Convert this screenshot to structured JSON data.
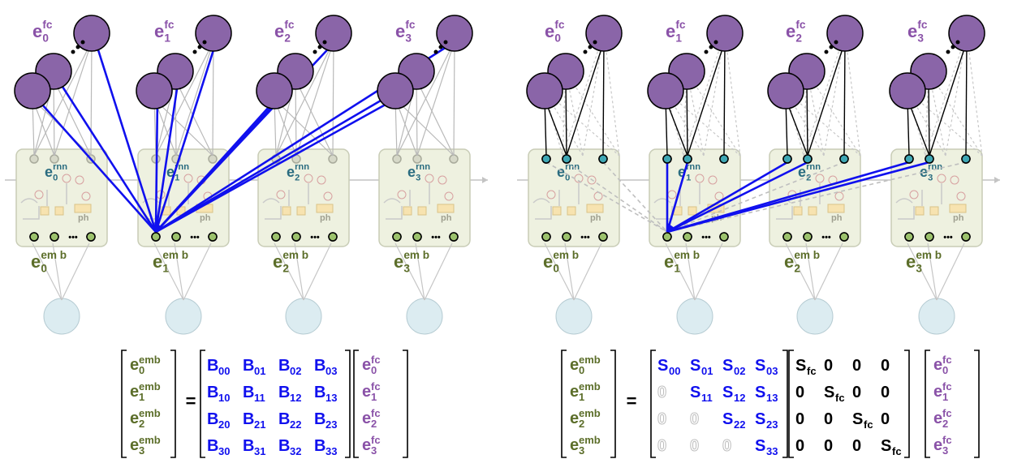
{
  "diagram": {
    "colors": {
      "fc_node": "#8a65a8",
      "fc_text": "#8a52a8",
      "emb_text": "#5c6e2a",
      "emb_node": "#9cc26c",
      "rnn_text": "#2a6c80",
      "rnn_node": "#3fa7b4",
      "panel_bg": "#eef1e0",
      "panel_border": "#c8ccb6",
      "input_node": "#dcecf1",
      "highlight": "#1010ee",
      "gray_line": "#b9b9b9",
      "matrix_b": "#1010ee",
      "matrix_s": "#1010ee",
      "matrix_zero_light": "#bdbdbd",
      "matrix_sfc": "#000000",
      "zero_diag": "#000000"
    },
    "columns": [
      {
        "fc_base": "e",
        "fc_sub": "0",
        "fc_sup": "fc",
        "rnn_base": "e",
        "rnn_sub": "0",
        "rnn_sup": "rnn",
        "emb_base": "e",
        "emb_sub": "0",
        "emb_sup": "em b"
      },
      {
        "fc_base": "e",
        "fc_sub": "1",
        "fc_sup": "fc",
        "rnn_base": "e",
        "rnn_sub": "1",
        "rnn_sup": "rnn",
        "emb_base": "e",
        "emb_sub": "1",
        "emb_sup": "em b"
      },
      {
        "fc_base": "e",
        "fc_sub": "2",
        "fc_sup": "fc",
        "rnn_base": "e",
        "rnn_sub": "2",
        "rnn_sup": "rnn",
        "emb_base": "e",
        "emb_sub": "2",
        "emb_sup": "em b"
      },
      {
        "fc_base": "e",
        "fc_sub": "3",
        "fc_sup": "fc",
        "rnn_base": "e",
        "rnn_sub": "3",
        "rnn_sup": "rnn",
        "emb_base": "e",
        "emb_sub": "3",
        "emb_sup": "em b"
      }
    ],
    "gate_label": "ph",
    "ellipsis": "•••",
    "equals": "=",
    "left_matrix": {
      "lhs": [
        {
          "base": "e",
          "sub": "0",
          "sup": "emb"
        },
        {
          "base": "e",
          "sub": "1",
          "sup": "emb"
        },
        {
          "base": "e",
          "sub": "2",
          "sup": "emb"
        },
        {
          "base": "e",
          "sub": "3",
          "sup": "emb"
        }
      ],
      "rows": [
        [
          {
            "b": "B",
            "s": "00"
          },
          {
            "b": "B",
            "s": "01"
          },
          {
            "b": "B",
            "s": "02"
          },
          {
            "b": "B",
            "s": "03"
          }
        ],
        [
          {
            "b": "B",
            "s": "10"
          },
          {
            "b": "B",
            "s": "11"
          },
          {
            "b": "B",
            "s": "12"
          },
          {
            "b": "B",
            "s": "13"
          }
        ],
        [
          {
            "b": "B",
            "s": "20"
          },
          {
            "b": "B",
            "s": "21"
          },
          {
            "b": "B",
            "s": "22"
          },
          {
            "b": "B",
            "s": "23"
          }
        ],
        [
          {
            "b": "B",
            "s": "30"
          },
          {
            "b": "B",
            "s": "31"
          },
          {
            "b": "B",
            "s": "32"
          },
          {
            "b": "B",
            "s": "33"
          }
        ]
      ],
      "rhs": [
        {
          "base": "e",
          "sub": "0",
          "sup": "fc"
        },
        {
          "base": "e",
          "sub": "1",
          "sup": "fc"
        },
        {
          "base": "e",
          "sub": "2",
          "sup": "fc"
        },
        {
          "base": "e",
          "sub": "3",
          "sup": "fc"
        }
      ]
    },
    "right_matrix": {
      "lhs": [
        {
          "base": "e",
          "sub": "0",
          "sup": "emb"
        },
        {
          "base": "e",
          "sub": "1",
          "sup": "emb"
        },
        {
          "base": "e",
          "sub": "2",
          "sup": "emb"
        },
        {
          "base": "e",
          "sub": "3",
          "sup": "emb"
        }
      ],
      "rows": [
        [
          {
            "b": "S",
            "s": "00"
          },
          {
            "b": "S",
            "s": "01"
          },
          {
            "b": "S",
            "s": "02"
          },
          {
            "b": "S",
            "s": "03"
          }
        ],
        [
          {
            "b": "0",
            "s": ""
          },
          {
            "b": "S",
            "s": "11"
          },
          {
            "b": "S",
            "s": "12"
          },
          {
            "b": "S",
            "s": "13"
          }
        ],
        [
          {
            "b": "0",
            "s": ""
          },
          {
            "b": "0",
            "s": ""
          },
          {
            "b": "S",
            "s": "22"
          },
          {
            "b": "S",
            "s": "23"
          }
        ],
        [
          {
            "b": "0",
            "s": ""
          },
          {
            "b": "0",
            "s": ""
          },
          {
            "b": "0",
            "s": ""
          },
          {
            "b": "S",
            "s": "33"
          }
        ]
      ],
      "diag": [
        [
          {
            "b": "S",
            "s": "fc"
          },
          {
            "b": "0",
            "s": ""
          },
          {
            "b": "0",
            "s": ""
          },
          {
            "b": "0",
            "s": ""
          }
        ],
        [
          {
            "b": "0",
            "s": ""
          },
          {
            "b": "S",
            "s": "fc"
          },
          {
            "b": "0",
            "s": ""
          },
          {
            "b": "0",
            "s": ""
          }
        ],
        [
          {
            "b": "0",
            "s": ""
          },
          {
            "b": "0",
            "s": ""
          },
          {
            "b": "S",
            "s": "fc"
          },
          {
            "b": "0",
            "s": ""
          }
        ],
        [
          {
            "b": "0",
            "s": ""
          },
          {
            "b": "0",
            "s": ""
          },
          {
            "b": "0",
            "s": ""
          },
          {
            "b": "S",
            "s": "fc"
          }
        ]
      ],
      "rhs": [
        {
          "base": "e",
          "sub": "0",
          "sup": "fc"
        },
        {
          "base": "e",
          "sub": "1",
          "sup": "fc"
        },
        {
          "base": "e",
          "sub": "2",
          "sup": "fc"
        },
        {
          "base": "e",
          "sub": "3",
          "sup": "fc"
        }
      ]
    }
  }
}
